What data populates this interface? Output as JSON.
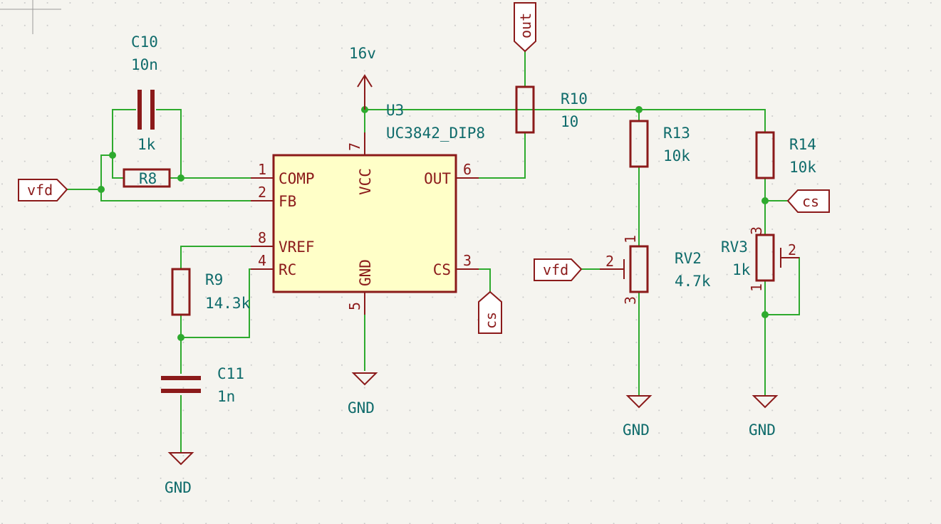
{
  "colors": {
    "background": "#f5f4ef",
    "grid_dot": "#c8c8c8",
    "wire": "#2eaa2e",
    "component": "#8b1a1a",
    "ic_fill": "#ffffc8",
    "reference_text": "#0f6b6b"
  },
  "ic": {
    "ref": "U3",
    "value": "UC3842_DIP8",
    "pins": {
      "comp": {
        "num": "1",
        "name": "COMP"
      },
      "fb": {
        "num": "2",
        "name": "FB"
      },
      "vref": {
        "num": "8",
        "name": "VREF"
      },
      "rc": {
        "num": "4",
        "name": "RC"
      },
      "vcc": {
        "num": "7",
        "name": "VCC"
      },
      "gnd": {
        "num": "5",
        "name": "GND"
      },
      "out": {
        "num": "6",
        "name": "OUT"
      },
      "cs": {
        "num": "3",
        "name": "CS"
      }
    }
  },
  "components": {
    "c10": {
      "ref": "C10",
      "value": "10n"
    },
    "r8": {
      "ref": "R8",
      "value": "1k"
    },
    "r9": {
      "ref": "R9",
      "value": "14.3k"
    },
    "c11": {
      "ref": "C11",
      "value": "1n"
    },
    "r10": {
      "ref": "R10",
      "value": "10"
    },
    "r13": {
      "ref": "R13",
      "value": "10k"
    },
    "r14": {
      "ref": "R14",
      "value": "10k"
    },
    "rv2": {
      "ref": "RV2",
      "value": "4.7k",
      "pins": {
        "p1": "1",
        "p2": "2",
        "p3": "3"
      }
    },
    "rv3": {
      "ref": "RV3",
      "value": "1k",
      "pins": {
        "p1": "1",
        "p2": "2",
        "p3": "3"
      }
    }
  },
  "power": {
    "vcc_label": "16v",
    "gnd_label": "GND"
  },
  "labels": {
    "vfd": "vfd",
    "out": "out",
    "cs": "cs"
  }
}
